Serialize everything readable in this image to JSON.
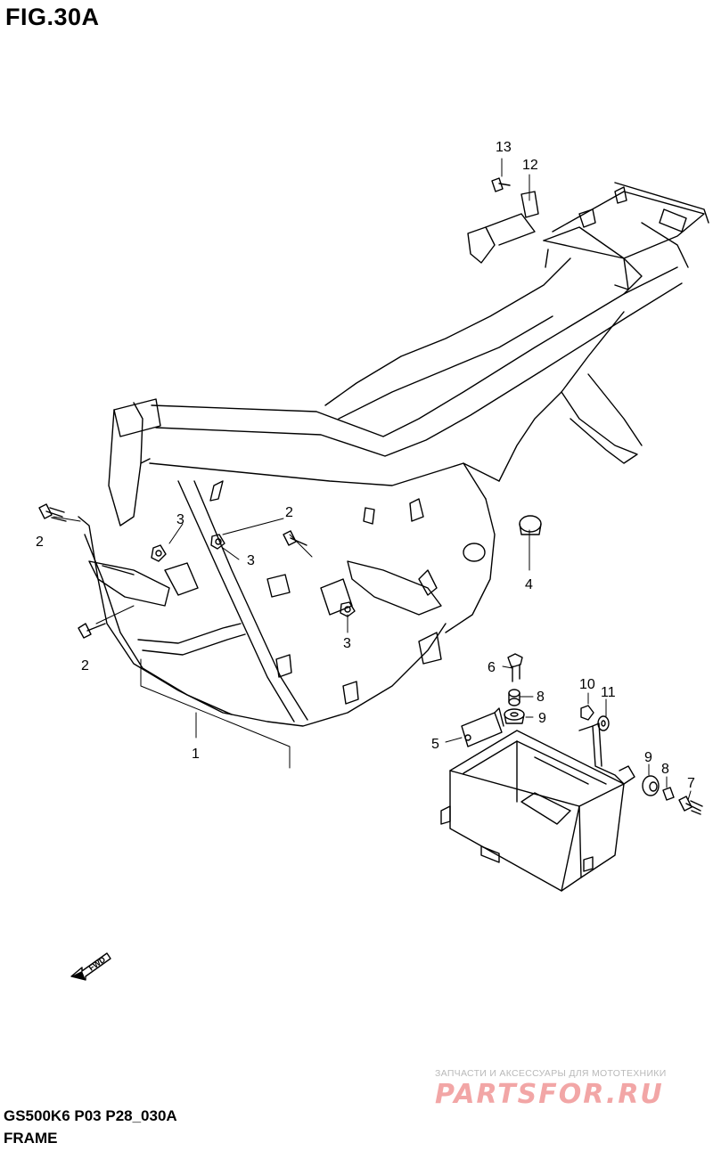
{
  "figure": {
    "title": "FIG.30A",
    "model_code": "GS500K6 P03 P28_030A",
    "section_name": "FRAME",
    "fwd_label": "FWD"
  },
  "callouts": [
    "13",
    "12",
    "2",
    "3",
    "2",
    "3",
    "4",
    "2",
    "3",
    "6",
    "8",
    "10",
    "11",
    "9",
    "5",
    "9",
    "8",
    "7",
    "1"
  ],
  "watermark": {
    "tagline": "ЗАПЧАСТИ И АКСЕССУАРЫ ДЛЯ МОТОТЕХНИКИ",
    "logo": "PARTSFOR.RU"
  },
  "colors": {
    "line": "#000000",
    "background": "#ffffff",
    "watermark_logo": "#f2a6a6",
    "watermark_text": "#b9b9b9"
  }
}
